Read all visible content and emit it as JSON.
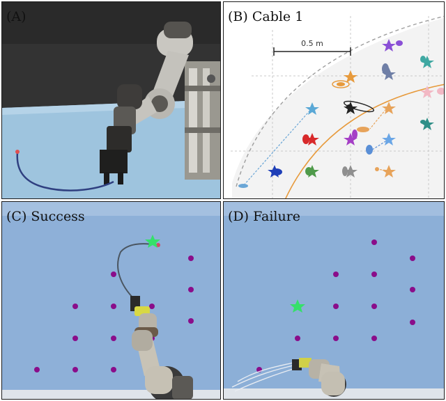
{
  "panels": {
    "a": {
      "label": "(A)"
    },
    "b": {
      "label": "(B) Cable 1",
      "scale_bar_label": "0.5 m"
    },
    "c": {
      "label": "(C) Success"
    },
    "d": {
      "label": "(D) Failure"
    }
  },
  "colors": {
    "background_wall": "#3a3a3a",
    "table_blue": "#9cc2dd",
    "board_blue": "#8fb1d9",
    "robot_grey": "#b8b6b0",
    "robot_dark": "#4a4a48",
    "target_dot": "#8a0d8a",
    "goal_star": "#35e06a",
    "workspace_arc": "#e8a04a",
    "outer_arc": "#a0a0a0"
  },
  "icons": {
    "goal": "star-icon",
    "target": "dot-icon"
  }
}
